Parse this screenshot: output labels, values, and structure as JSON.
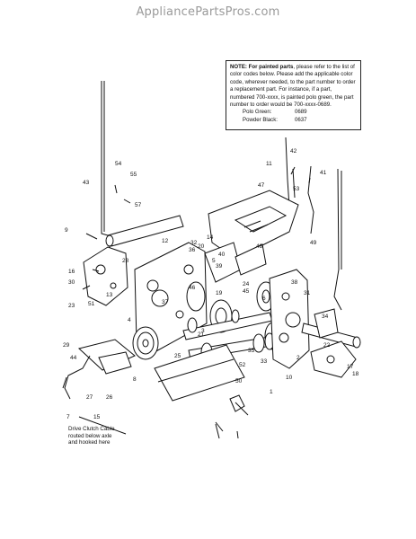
{
  "watermark": "AppliancePartsPros.com",
  "note": {
    "bold": "NOTE: For painted parts",
    "body": ", please refer to the list of color codes below. Please add the applicable color code, wherever needed, to the part number to order a replacement part. For instance, if a part, numbered 700-xxxx, is painted polo green, the part number to order would be 700-xxxx-0689.",
    "colors": [
      {
        "name": "Polo Green:",
        "code": "0689"
      },
      {
        "name": "Powder Black:",
        "code": "0637"
      }
    ]
  },
  "callout_text": {
    "line1": "Drive Clutch Cable",
    "line2": "routed below axle",
    "line3": "and hooked here"
  },
  "callouts": [
    "54",
    "55",
    "57",
    "43",
    "9",
    "16",
    "28",
    "30",
    "13",
    "51",
    "23",
    "29",
    "44",
    "8",
    "27",
    "26",
    "15",
    "7",
    "4",
    "12",
    "32",
    "36",
    "20",
    "14",
    "48",
    "46",
    "39",
    "5",
    "19",
    "31",
    "24",
    "38",
    "41",
    "42",
    "11",
    "47",
    "53",
    "49",
    "34",
    "40",
    "37",
    "33",
    "35",
    "25",
    "21",
    "3",
    "50",
    "10",
    "2",
    "45",
    "6",
    "52",
    "22",
    "17",
    "18",
    "1"
  ]
}
